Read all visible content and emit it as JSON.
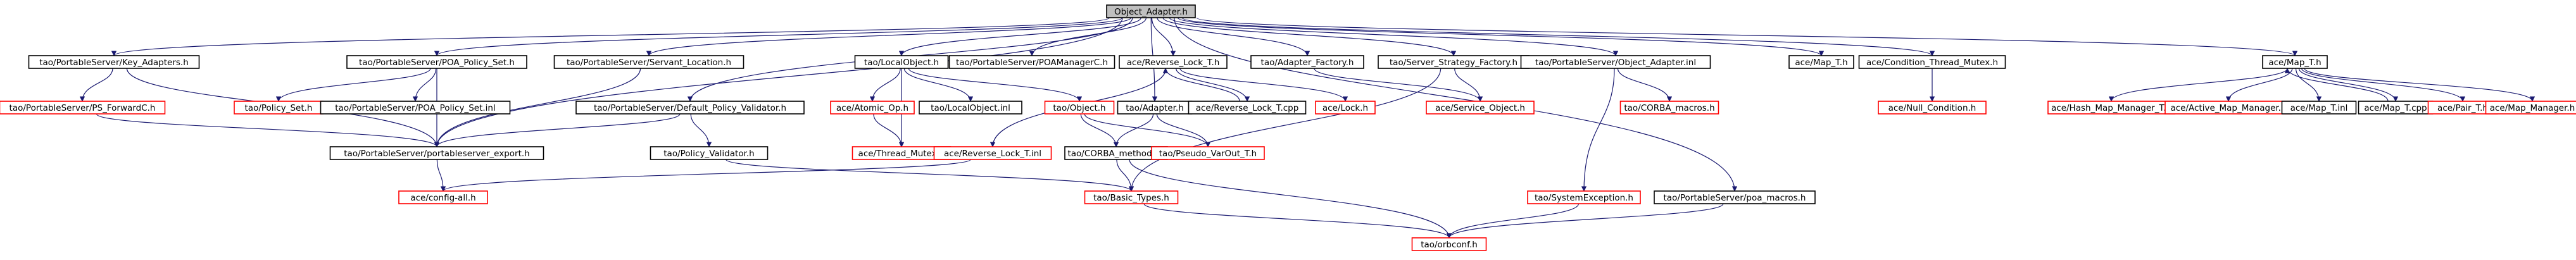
{
  "diagram": {
    "style": {
      "edge_color": "#191970",
      "root_fill": "#bfbfbf",
      "normal_border": "#000000",
      "missing_border": "#ff0000",
      "text_color": "#000000"
    },
    "nodes": [
      {
        "id": "root",
        "label": "Object_Adapter.h",
        "style": "root"
      },
      {
        "id": "key_adapters",
        "label": "tao/PortableServer/Key_Adapters.h",
        "style": "normal"
      },
      {
        "id": "poa_policy_set_h",
        "label": "tao/PortableServer/POA_Policy_Set.h",
        "style": "normal"
      },
      {
        "id": "servant_location",
        "label": "tao/PortableServer/Servant_Location.h",
        "style": "normal"
      },
      {
        "id": "default_policy_validator",
        "label": "tao/PortableServer/Default_Policy_Validator.h",
        "style": "normal"
      },
      {
        "id": "localobject_h",
        "label": "tao/LocalObject.h",
        "style": "normal"
      },
      {
        "id": "poamanagerc",
        "label": "tao/PortableServer/POAManagerC.h",
        "style": "normal"
      },
      {
        "id": "reverse_lock_t_h",
        "label": "ace/Reverse_Lock_T.h",
        "style": "normal"
      },
      {
        "id": "adapter_factory",
        "label": "tao/Adapter_Factory.h",
        "style": "normal"
      },
      {
        "id": "server_strategy_factory",
        "label": "tao/Server_Strategy_Factory.h",
        "style": "normal"
      },
      {
        "id": "object_adapter_inl",
        "label": "tao/PortableServer/Object_Adapter.inl",
        "style": "normal"
      },
      {
        "id": "map_t_ace1",
        "label": "ace/Map_T.h",
        "style": "normal"
      },
      {
        "id": "condition_thread_mutex",
        "label": "ace/Condition_Thread_Mutex.h",
        "style": "normal"
      },
      {
        "id": "map_t_ace2",
        "label": "ace/Map_T.h",
        "style": "normal"
      },
      {
        "id": "ps_forwardc",
        "label": "tao/PortableServer/PS_ForwardC.h",
        "style": "missing"
      },
      {
        "id": "policy_set_h",
        "label": "tao/Policy_Set.h",
        "style": "missing"
      },
      {
        "id": "poa_policy_set_inl",
        "label": "tao/PortableServer/POA_Policy_Set.inl",
        "style": "normal"
      },
      {
        "id": "atomic_op",
        "label": "ace/Atomic_Op.h",
        "style": "missing"
      },
      {
        "id": "localobject_inl",
        "label": "tao/LocalObject.inl",
        "style": "normal"
      },
      {
        "id": "object_h",
        "label": "tao/Object.h",
        "style": "missing"
      },
      {
        "id": "adapter_h",
        "label": "tao/Adapter.h",
        "style": "normal"
      },
      {
        "id": "reverse_lock_t_cpp",
        "label": "ace/Reverse_Lock_T.cpp",
        "style": "normal"
      },
      {
        "id": "lock_h",
        "label": "ace/Lock.h",
        "style": "missing"
      },
      {
        "id": "service_object",
        "label": "ace/Service_Object.h",
        "style": "missing"
      },
      {
        "id": "corba_macros",
        "label": "tao/CORBA_macros.h",
        "style": "missing"
      },
      {
        "id": "null_condition",
        "label": "ace/Null_Condition.h",
        "style": "missing"
      },
      {
        "id": "hash_map_manager",
        "label": "ace/Hash_Map_Manager_T.h",
        "style": "missing"
      },
      {
        "id": "active_map_manager",
        "label": "ace/Active_Map_Manager.h",
        "style": "missing"
      },
      {
        "id": "map_t_inl",
        "label": "ace/Map_T.inl",
        "style": "normal"
      },
      {
        "id": "map_t_cpp",
        "label": "ace/Map_T.cpp",
        "style": "normal"
      },
      {
        "id": "pair_t",
        "label": "ace/Pair_T.h",
        "style": "missing"
      },
      {
        "id": "map_manager",
        "label": "ace/Map_Manager.h",
        "style": "missing"
      },
      {
        "id": "portableserver_export",
        "label": "tao/PortableServer/portableserver_export.h",
        "style": "normal"
      },
      {
        "id": "policy_validator",
        "label": "tao/Policy_Validator.h",
        "style": "normal"
      },
      {
        "id": "thread_mutex",
        "label": "ace/Thread_Mutex.h",
        "style": "missing"
      },
      {
        "id": "reverse_lock_t_inl",
        "label": "ace/Reverse_Lock_T.inl",
        "style": "missing"
      },
      {
        "id": "corba_methods",
        "label": "tao/CORBA_methods.h",
        "style": "normal"
      },
      {
        "id": "pseudo_varout",
        "label": "tao/Pseudo_VarOut_T.h",
        "style": "missing"
      },
      {
        "id": "config_all",
        "label": "ace/config-all.h",
        "style": "missing"
      },
      {
        "id": "basic_types",
        "label": "tao/Basic_Types.h",
        "style": "missing"
      },
      {
        "id": "systemexception",
        "label": "tao/SystemException.h",
        "style": "missing"
      },
      {
        "id": "poa_macros",
        "label": "tao/PortableServer/poa_macros.h",
        "style": "normal"
      },
      {
        "id": "orbconf",
        "label": "tao/orbconf.h",
        "style": "missing"
      }
    ]
  }
}
